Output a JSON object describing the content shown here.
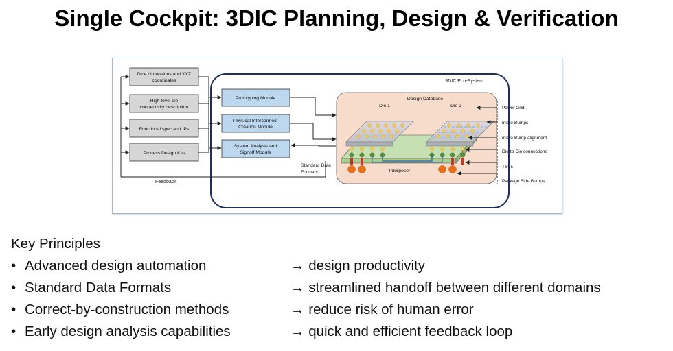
{
  "title": "Single Cockpit: 3DIC Planning, Design &  Verification",
  "diagram": {
    "eco_label": "3DIC Eco-System",
    "inputs": [
      {
        "l1": "Dice dimensions and XYZ",
        "l2": "coordinates"
      },
      {
        "l1": "High level die",
        "l2": "connectivity description"
      },
      {
        "l1": "Functional spec and IPs",
        "l2": ""
      },
      {
        "l1": "Process Design Kits",
        "l2": ""
      }
    ],
    "modules": [
      {
        "l1": "Prototyping Module",
        "l2": ""
      },
      {
        "l1": "Physical Interconnect",
        "l2": "Creation Module"
      },
      {
        "l1": "System Analysis and",
        "l2": "Signoff Module"
      }
    ],
    "feedback": "Feedback",
    "std_formats_1": "Standard Data",
    "std_formats_2": "Formats",
    "database": "Design Database",
    "die1": "Die 1",
    "die2": "Die 2",
    "interposer": "Interposer",
    "callouts": [
      "Power Grid",
      "micro-Bumps",
      "micro-Bump alignment",
      "Die-to-Die connections",
      "TSVs",
      "Package Side Bumps"
    ]
  },
  "principles": {
    "heading": "Key Principles",
    "bullet": "•",
    "arrow": "→",
    "items": [
      {
        "left": "Advanced design automation",
        "right": "design productivity"
      },
      {
        "left": "Standard Data Formats",
        "right": "streamlined handoff between different domains"
      },
      {
        "left": "Correct-by-construction methods",
        "right": "reduce risk of human error"
      },
      {
        "left": "Early design analysis capabilities",
        "right": "quick and efficient feedback loop"
      }
    ]
  }
}
